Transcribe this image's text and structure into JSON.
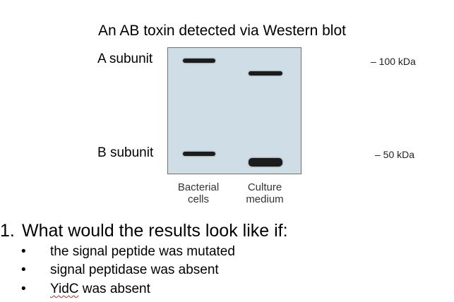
{
  "figure": {
    "title": "An AB toxin detected via Western blot",
    "subunit_labels": {
      "a": "A subunit",
      "b": "B subunit"
    },
    "markers": {
      "high": "– 100 kDa",
      "low": "– 50 kDa"
    },
    "lanes": [
      {
        "line1": "Bacterial",
        "line2": "cells"
      },
      {
        "line1": "Culture",
        "line2": "medium"
      }
    ],
    "colors": {
      "membrane": "#cfdde6",
      "band": "#1c1c1c"
    }
  },
  "question": {
    "number": "1.",
    "text": "What would the results look like if:",
    "bullets": [
      {
        "pre": "the signal peptide was mutated",
        "flagged": "",
        "post": ""
      },
      {
        "pre": "signal peptidase was absent",
        "flagged": "",
        "post": ""
      },
      {
        "pre": "",
        "flagged": "YidC",
        "post": " was absent"
      }
    ]
  }
}
